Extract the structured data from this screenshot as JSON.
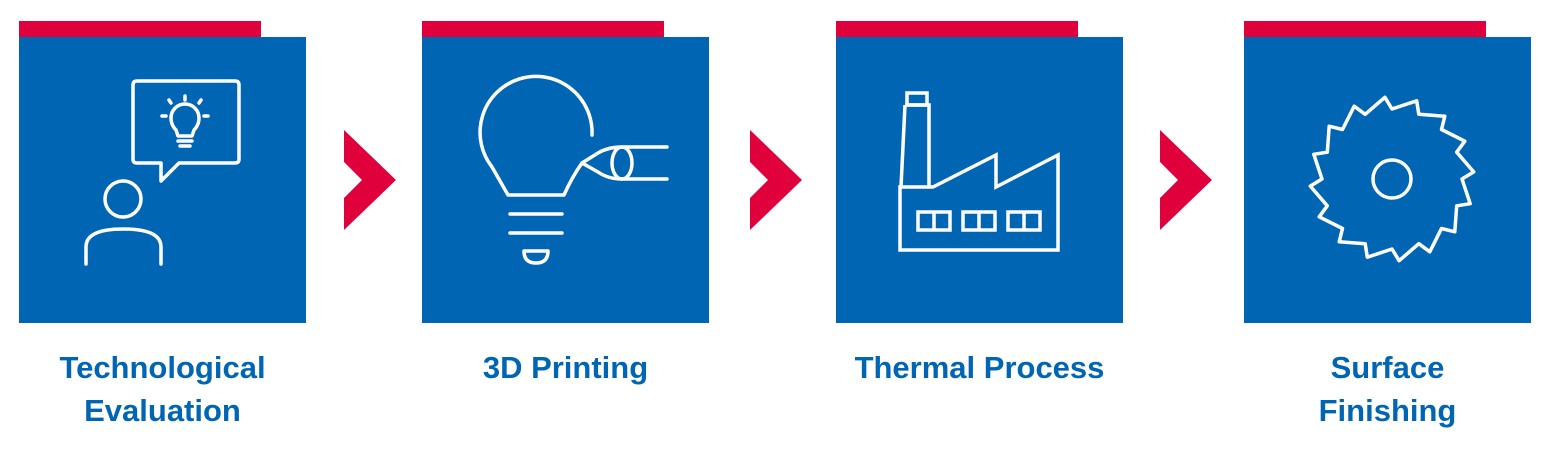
{
  "steps": [
    {
      "label_line1": "Technological",
      "label_line2": "Evaluation",
      "icon": "person-idea-icon"
    },
    {
      "label_line1": "3D Printing",
      "label_line2": "",
      "icon": "lightbulb-pen-icon"
    },
    {
      "label_line1": "Thermal Process",
      "label_line2": "",
      "icon": "factory-icon"
    },
    {
      "label_line1": "Surface",
      "label_line2": "Finishing",
      "icon": "saw-blade-icon"
    }
  ],
  "colors": {
    "tile": "#0066b3",
    "accent": "#e0003c",
    "label": "#0066b3",
    "icon_stroke": "#ffffff"
  }
}
